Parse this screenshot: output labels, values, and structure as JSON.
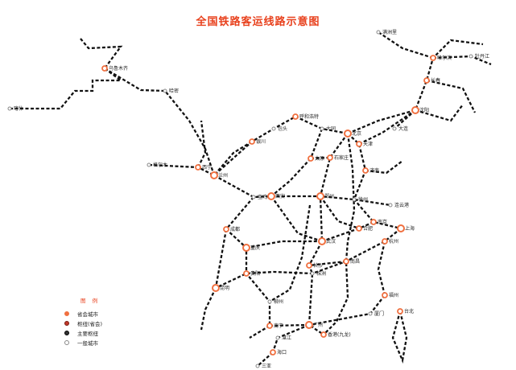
{
  "title": "全国铁路客运线路示意图",
  "legend": {
    "title": "图 例",
    "items": [
      {
        "label": "省会城市",
        "color": "#f07040",
        "border": "#f07040"
      },
      {
        "label": "枢纽(省会)",
        "color": "#c0392b",
        "border": "#7a1a10"
      },
      {
        "label": "主要枢纽",
        "color": "#333333",
        "border": "#000000"
      },
      {
        "label": "一般城市",
        "color": "#ffffff",
        "border": "#888888"
      }
    ]
  },
  "colors": {
    "rail": "#111111",
    "capital": "#f07040",
    "title": "#e8401c"
  },
  "cities": [
    {
      "name": "乌鲁木齐",
      "type": "capital"
    },
    {
      "name": "北京",
      "type": "hub-capital"
    },
    {
      "name": "天津",
      "type": "capital"
    },
    {
      "name": "石家庄",
      "type": "capital"
    },
    {
      "name": "太原",
      "type": "capital"
    },
    {
      "name": "呼和浩特",
      "type": "capital"
    },
    {
      "name": "银川",
      "type": "capital"
    },
    {
      "name": "兰州",
      "type": "hub-capital"
    },
    {
      "name": "西宁",
      "type": "capital"
    },
    {
      "name": "西安",
      "type": "hub-capital"
    },
    {
      "name": "郑州",
      "type": "hub-capital"
    },
    {
      "name": "济南",
      "type": "capital"
    },
    {
      "name": "沈阳",
      "type": "hub-capital"
    },
    {
      "name": "长春",
      "type": "capital"
    },
    {
      "name": "哈尔滨",
      "type": "capital"
    },
    {
      "name": "南京",
      "type": "capital"
    },
    {
      "name": "上海",
      "type": "hub-capital"
    },
    {
      "name": "杭州",
      "type": "capital"
    },
    {
      "name": "合肥",
      "type": "capital"
    },
    {
      "name": "武汉",
      "type": "hub-capital"
    },
    {
      "name": "长沙",
      "type": "capital"
    },
    {
      "name": "南昌",
      "type": "capital"
    },
    {
      "name": "福州",
      "type": "capital"
    },
    {
      "name": "广州",
      "type": "hub-capital"
    },
    {
      "name": "南宁",
      "type": "capital"
    },
    {
      "name": "贵阳",
      "type": "capital"
    },
    {
      "name": "昆明",
      "type": "hub-capital"
    },
    {
      "name": "成都",
      "type": "capital"
    },
    {
      "name": "重庆",
      "type": "hub-capital"
    },
    {
      "name": "海口",
      "type": "capital"
    },
    {
      "name": "台北",
      "type": "capital"
    },
    {
      "name": "香港(九龙)",
      "type": "capital"
    },
    {
      "name": "喀什",
      "type": "general"
    },
    {
      "name": "哈密",
      "type": "general"
    },
    {
      "name": "格尔木",
      "type": "general"
    },
    {
      "name": "包头",
      "type": "general"
    },
    {
      "name": "大同",
      "type": "general"
    },
    {
      "name": "宝鸡",
      "type": "general"
    },
    {
      "name": "柳州",
      "type": "general"
    },
    {
      "name": "厦门",
      "type": "general"
    },
    {
      "name": "湛江",
      "type": "general"
    },
    {
      "name": "连云港",
      "type": "general"
    },
    {
      "name": "株洲",
      "type": "general"
    },
    {
      "name": "徐州",
      "type": "general"
    },
    {
      "name": "满洲里",
      "type": "general"
    },
    {
      "name": "牡丹江",
      "type": "general"
    },
    {
      "name": "大连",
      "type": "general"
    },
    {
      "name": "三亚",
      "type": "general"
    }
  ]
}
